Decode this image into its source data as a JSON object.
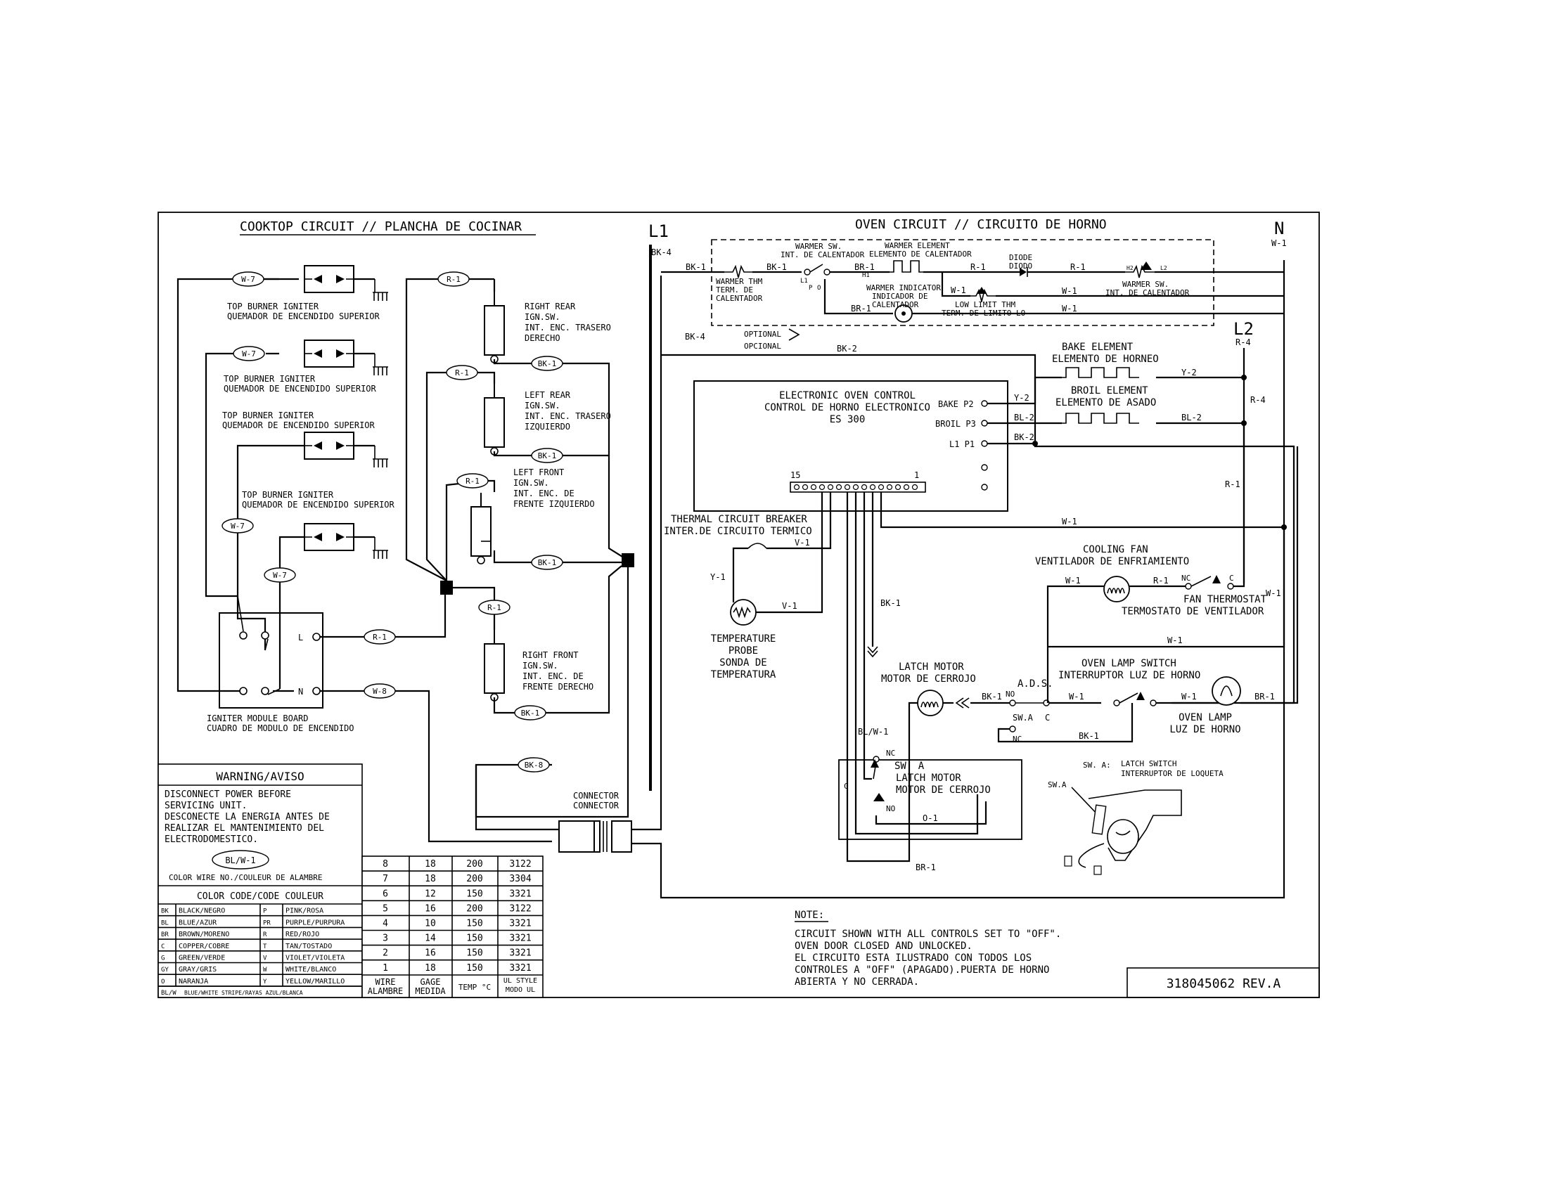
{
  "titles": {
    "cooktop": "COOKTOP CIRCUIT // PLANCHA DE COCINAR",
    "oven": "OVEN CIRCUIT // CIRCUITO DE HORNO"
  },
  "rails": {
    "l1": "L1",
    "l2": "L2",
    "n": "N"
  },
  "wires": {
    "w7": "W-7",
    "w8": "W-8",
    "r1": "R-1",
    "bk1": "BK-1",
    "bk2": "BK-2",
    "bk4": "BK-4",
    "bk8": "BK-8",
    "w1": "W-1",
    "r4": "R-4",
    "y2": "Y-2",
    "bl2": "BL-2",
    "y1": "Y-1",
    "v1": "V-1",
    "br1": "BR-1",
    "blw1": "BL/W-1",
    "o1": "O-1"
  },
  "cooktop": {
    "igniter1": [
      "TOP BURNER IGNITER",
      "QUEMADOR DE ENCENDIDO SUPERIOR"
    ],
    "rr": [
      "RIGHT REAR",
      "IGN.SW.",
      "INT. ENC. TRASERO",
      "DERECHO"
    ],
    "lr": [
      "LEFT REAR",
      "IGN.SW.",
      "INT. ENC. TRASERO",
      "IZQUIERDO"
    ],
    "lf": [
      "LEFT FRONT",
      "IGN.SW.",
      "INT. ENC. DE",
      "FRENTE IZQUIERDO"
    ],
    "rf": [
      "RIGHT FRONT",
      "IGN.SW.",
      "INT. ENC. DE",
      "FRENTE DERECHO"
    ],
    "module": [
      "IGNITER MODULE BOARD",
      "CUADRO DE MODULO DE ENCENDIDO"
    ],
    "term_l": "L",
    "term_n": "N"
  },
  "oven": {
    "warmer_thm": [
      "WARMER THM",
      "TERM. DE",
      "CALENTADOR"
    ],
    "warmer_sw": [
      "WARMER SW.",
      "INT. DE CALENTADOR"
    ],
    "warmer_elem": [
      "WARMER ELEMENT",
      "ELEMENTO DE CALENTADOR"
    ],
    "diode": [
      "DIODE",
      "DIODO"
    ],
    "warmer_ind": [
      "WARMER INDICATOR",
      "INDICADOR DE",
      "CALENTADOR"
    ],
    "low_limit": [
      "LOW LIMIT THM",
      "TERM. DE LIMITO LO"
    ],
    "warmer_sw2": [
      "WARMER SW.",
      "INT. DE CALENTADOR"
    ],
    "optional": [
      "OPTIONAL",
      "OPCIONAL"
    ],
    "pins": {
      "l1": "L1",
      "p": "P",
      "o": "O",
      "h1": "H1",
      "h2": "H2",
      "l2": "L2"
    },
    "eoc": [
      "ELECTRONIC OVEN CONTROL",
      "CONTROL DE HORNO ELECTRONICO",
      "ES 300"
    ],
    "eoc_pins": [
      "BAKE P2",
      "BROIL P3",
      "L1 P1"
    ],
    "pin15": "15",
    "pin1": "1",
    "bake": [
      "BAKE ELEMENT",
      "ELEMENTO DE HORNEO"
    ],
    "broil": [
      "BROIL ELEMENT",
      "ELEMENTO DE ASADO"
    ],
    "tcb": [
      "THERMAL CIRCUIT BREAKER",
      "INTER.DE CIRCUITO TERMICO"
    ],
    "probe": [
      "TEMPERATURE",
      "PROBE",
      "SONDA DE",
      "TEMPERATURA"
    ],
    "fan": [
      "COOLING FAN",
      "VENTILADOR DE ENFRIAMIENTO"
    ],
    "fan_thm": [
      "FAN THERMOSTAT",
      "TERMOSTATO DE VENTILADOR"
    ],
    "lamp_sw": [
      "OVEN LAMP SWITCH",
      "INTERRUPTOR LUZ DE HORNO"
    ],
    "lamp": [
      "OVEN LAMP",
      "LUZ DE HORNO"
    ],
    "latch": [
      "LATCH MOTOR",
      "MOTOR DE CERROJO"
    ],
    "ads": "A.D.S.",
    "no": "NO",
    "nc": "NC",
    "c": "C",
    "swa": "SW.A",
    "swa2": "SW. A",
    "swa_legend": "SW. A:",
    "latch_sw": [
      "LATCH SWITCH",
      "INTERRUPTOR DE LOQUETA"
    ],
    "connector": [
      "CONNECTOR",
      "CONNECTOR"
    ]
  },
  "warning": {
    "title": "WARNING/AVISO",
    "lines": [
      "DISCONNECT POWER BEFORE",
      "SERVICING UNIT.",
      "DESCONECTE LA ENERGIA ANTES DE",
      "REALIZAR EL MANTENIMIENTO DEL",
      "ELECTRODOMESTICO."
    ],
    "sample": "BL/W-1",
    "caption": "COLOR WIRE NO./COULEUR DE ALAMBRE",
    "code_title": "COLOR CODE/CODE COULEUR"
  },
  "color_codes": [
    [
      "BK",
      "BLACK/NEGRO",
      "P",
      "PINK/ROSA"
    ],
    [
      "BL",
      "BLUE/AZUR",
      "PR",
      "PURPLE/PURPURA"
    ],
    [
      "BR",
      "BROWN/MORENO",
      "R",
      "RED/ROJO"
    ],
    [
      "C",
      "COPPER/COBRE",
      "T",
      "TAN/TOSTADO"
    ],
    [
      "G",
      "GREEN/VERDE",
      "V",
      "VIOLET/VIOLETA"
    ],
    [
      "GY",
      "GRAY/GRIS",
      "W",
      "WHITE/BLANCO"
    ],
    [
      "O",
      "NARANJA",
      "Y",
      "YELLOW/MARILLO"
    ]
  ],
  "stripe_row": [
    "BL/W",
    "BLUE/WHITE STRIPE/RAYAS AZUL/BLANCA"
  ],
  "wire_table": {
    "rows": [
      [
        "8",
        "18",
        "200",
        "3122"
      ],
      [
        "7",
        "18",
        "200",
        "3304"
      ],
      [
        "6",
        "12",
        "150",
        "3321"
      ],
      [
        "5",
        "16",
        "200",
        "3122"
      ],
      [
        "4",
        "10",
        "150",
        "3321"
      ],
      [
        "3",
        "14",
        "150",
        "3321"
      ],
      [
        "2",
        "16",
        "150",
        "3321"
      ],
      [
        "1",
        "18",
        "150",
        "3321"
      ]
    ],
    "headers": [
      [
        "WIRE",
        "ALAMBRE"
      ],
      [
        "GAGE",
        "MEDIDA"
      ],
      [
        "TEMP °C"
      ],
      [
        "UL STYLE",
        "MODO UL"
      ]
    ]
  },
  "note": {
    "title": "NOTE:",
    "lines": [
      "CIRCUIT SHOWN WITH ALL CONTROLS SET TO \"OFF\".",
      "OVEN DOOR CLOSED AND UNLOCKED.",
      "EL CIRCUITO ESTA ILUSTRADO CON TODOS LOS",
      "CONTROLES A \"OFF\" (APAGADO).PUERTA DE HORNO",
      "ABIERTA Y NO CERRADA."
    ]
  },
  "part_number": "318045062 REV.A"
}
